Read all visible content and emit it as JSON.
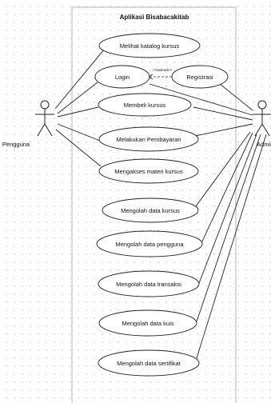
{
  "system": {
    "title": "Aplikasi Bisabacakitab"
  },
  "actors": {
    "pengguna": "Pengguna",
    "admin": "Admin"
  },
  "relationships": {
    "extend": "<<extend>>"
  },
  "use_cases": {
    "melihat_katalog": "Melihat katalog kursus",
    "login": "Login",
    "registrasi": "Registrasi",
    "membeli_kursus": "Membeli kursus",
    "melakukan_pembayaran": "Melakukan Pembayaran",
    "mengakses_materi": "Mengakses materi kursus",
    "mengolah_kursus": "Mengolah data kursus",
    "mengolah_pengguna": "Mengolah data pengguna",
    "mengolah_transaksi": "Mengolah data transaksi",
    "mengolah_kuis": "Mengolah data kuis",
    "mengolah_sertifikat": "Mengolah data sertifikat"
  },
  "colors": {
    "line": "#222222",
    "boundary": "#b5b5b5",
    "ellipse_fill": "#ffffff"
  }
}
